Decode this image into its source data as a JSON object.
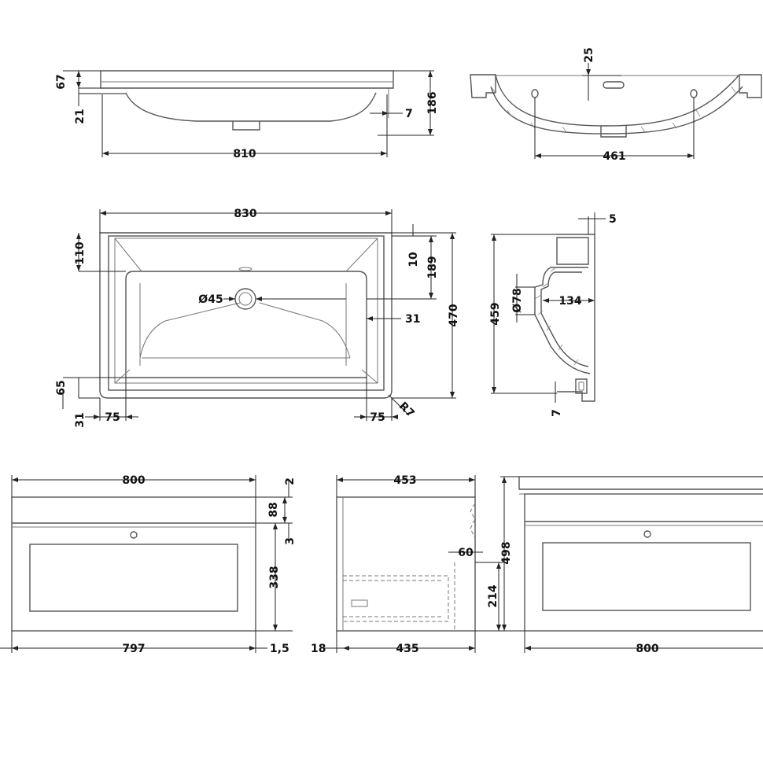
{
  "dimensions": {
    "d67": "67",
    "d21": "21",
    "d186": "186",
    "d7a": "7",
    "d810": "810",
    "d25": "25",
    "d461": "461",
    "d830": "830",
    "d110": "110",
    "d10": "10",
    "d189": "189",
    "d470": "470",
    "d45": "Ø45",
    "d31a": "31",
    "d65": "65",
    "d31b": "31",
    "d75a": "75",
    "d75b": "75",
    "dR7": "R7",
    "d5": "5",
    "d459": "459",
    "d78": "Ø78",
    "d134": "134",
    "d7b": "7",
    "d800a": "800",
    "d2": "2",
    "d88": "88",
    "d3": "3",
    "d338": "338",
    "d797": "797",
    "d15": "1,5",
    "d453": "453",
    "d60": "60",
    "d214": "214",
    "d18": "18",
    "d435": "435",
    "d498": "498",
    "d800b": "800"
  }
}
